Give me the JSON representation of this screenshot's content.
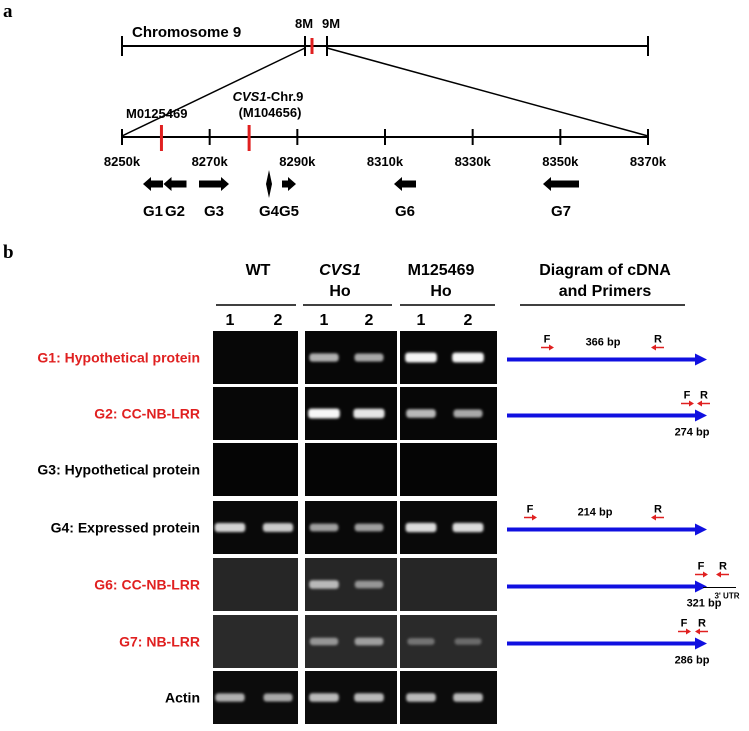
{
  "panel_a": {
    "letter": "a",
    "chromosome": {
      "label": "Chromosome 9",
      "mark_left": "8M",
      "mark_right": "9M"
    },
    "markers": [
      {
        "label": "M0125469",
        "kb": 8259
      },
      {
        "label_italic": "CVS1",
        "label_rest": "-Chr.9",
        "label_line2": "(M104656)",
        "kb": 8279
      }
    ],
    "ticks": [
      {
        "kb": 8250,
        "label": "8250k"
      },
      {
        "kb": 8270,
        "label": "8270k"
      },
      {
        "kb": 8290,
        "label": "8290k"
      },
      {
        "kb": 8310,
        "label": "8310k"
      },
      {
        "kb": 8330,
        "label": "8330k"
      },
      {
        "kb": 8350,
        "label": "8350k"
      },
      {
        "kb": 8370,
        "label": "8370k"
      }
    ],
    "genes": [
      {
        "name": "G1",
        "dir": "left"
      },
      {
        "name": "G2",
        "dir": "left"
      },
      {
        "name": "G3",
        "dir": "right"
      },
      {
        "name": "G4",
        "dir": "both"
      },
      {
        "name": "G5",
        "dir": "right"
      },
      {
        "name": "G6",
        "dir": "left"
      },
      {
        "name": "G7",
        "dir": "left"
      }
    ],
    "colors": {
      "marker": "#e02020",
      "line": "#000000"
    }
  },
  "panel_b": {
    "letter": "b",
    "groups": [
      {
        "line1": "WT",
        "line2": ""
      },
      {
        "line1_italic": "CVS1",
        "line2": "Ho"
      },
      {
        "line1": "M125469",
        "line2": "Ho"
      }
    ],
    "lanes": [
      "1",
      "2",
      "1",
      "2",
      "1",
      "2"
    ],
    "diagram_title_line1": "Diagram of cDNA",
    "diagram_title_line2": "and Primers",
    "rows": [
      {
        "label": "G1: Hypothetical protein",
        "color": "#e02020",
        "bands": [
          0,
          0,
          0.55,
          0.5,
          0.95,
          0.95
        ],
        "bg": "#070707",
        "diagram": {
          "size": "366 bp",
          "F": "F",
          "R": "R"
        }
      },
      {
        "label": "G2: CC-NB-LRR",
        "color": "#e02020",
        "bands": [
          0,
          0,
          0.95,
          0.85,
          0.6,
          0.5
        ],
        "bg": "#070707",
        "diagram": {
          "size": "274 bp",
          "F": "F",
          "R": "R"
        }
      },
      {
        "label": "G3: Hypothetical protein",
        "color": "#000000",
        "bands": [
          0,
          0,
          0,
          0,
          0,
          0
        ],
        "bg": "#050505",
        "diagram": null
      },
      {
        "label": "G4: Expressed protein",
        "color": "#000000",
        "bands": [
          0.75,
          0.7,
          0.45,
          0.45,
          0.8,
          0.8
        ],
        "bg": "#090909",
        "diagram": {
          "size": "214 bp",
          "F": "F",
          "R": "R"
        }
      },
      {
        "label": "G6: CC-NB-LRR",
        "color": "#e02020",
        "bands": [
          0,
          0,
          0.6,
          0.4,
          0,
          0
        ],
        "bg": "#262626",
        "diagram": {
          "size": "321 bp",
          "F": "F",
          "R": "R",
          "utr": "3' UTR"
        }
      },
      {
        "label": "G7: NB-LRR",
        "color": "#e02020",
        "bands": [
          0,
          0,
          0.4,
          0.45,
          0.2,
          0.15
        ],
        "bg": "#2a2a2a",
        "diagram": {
          "size": "286 bp",
          "F": "F",
          "R": "R"
        }
      },
      {
        "label": "Actin",
        "color": "#000000",
        "bands": [
          0.55,
          0.5,
          0.6,
          0.6,
          0.6,
          0.6
        ],
        "bg": "#0c0c0c",
        "diagram": null
      }
    ],
    "arrow_color": "#1010e0",
    "primer_color": "#e02020"
  }
}
